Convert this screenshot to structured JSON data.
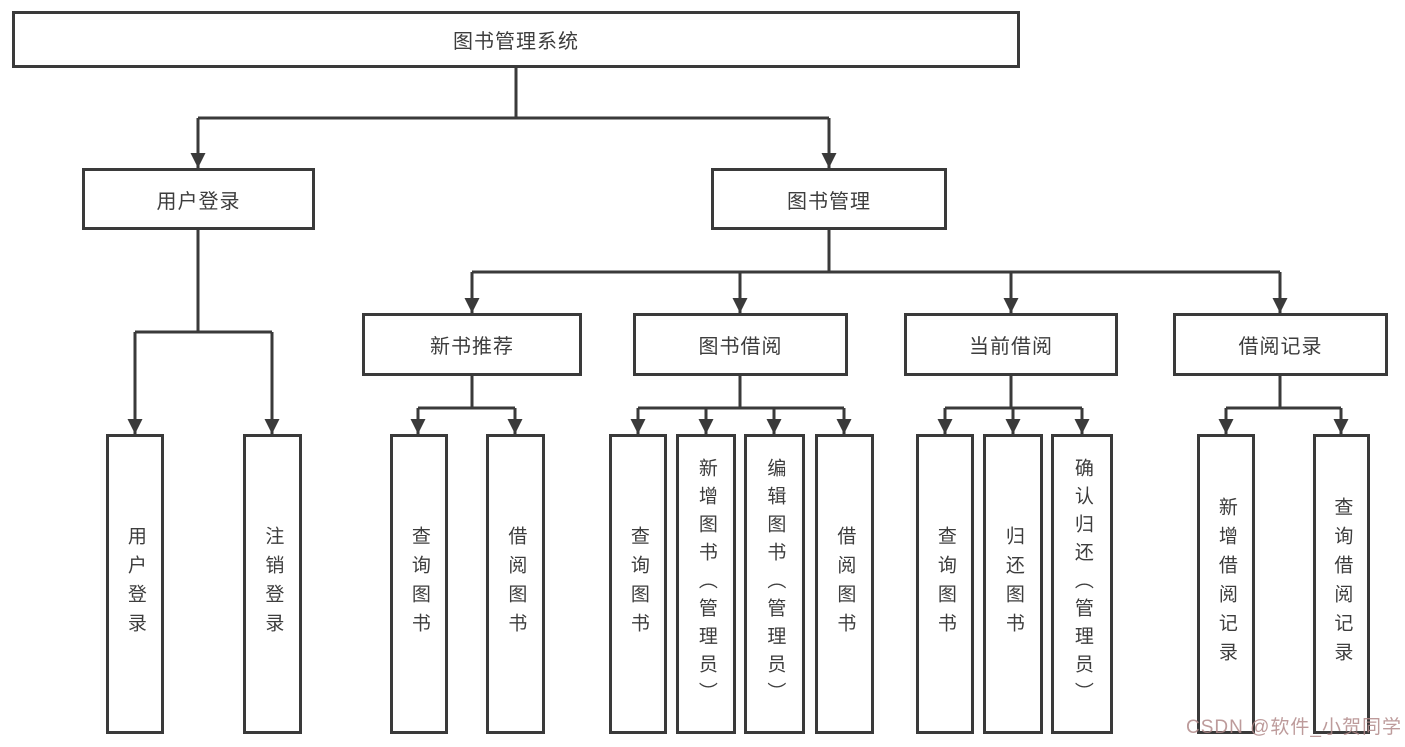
{
  "diagram": {
    "root": "图书管理系统",
    "user_login": {
      "label": "用户登录",
      "leaves": [
        "用户登录",
        "注销登录"
      ]
    },
    "book_management": {
      "label": "图书管理",
      "groups": [
        {
          "label": "新书推荐",
          "leaves": [
            "查询图书",
            "借阅图书"
          ]
        },
        {
          "label": "图书借阅",
          "leaves": [
            "查询图书",
            "新增图书（管理员）",
            "编辑图书（管理员）",
            "借阅图书"
          ]
        },
        {
          "label": "当前借阅",
          "leaves": [
            "查询图书",
            "归还图书",
            "确认归还（管理员）"
          ]
        },
        {
          "label": "借阅记录",
          "leaves": [
            "新增借阅记录",
            "查询借阅记录"
          ]
        }
      ]
    }
  },
  "watermark": "CSDN @软件_小贺同学",
  "colors": {
    "line": "#3a3a3a",
    "text": "#3d3d3d",
    "box_background": "#ffffff",
    "watermark": "#b28a8a"
  }
}
